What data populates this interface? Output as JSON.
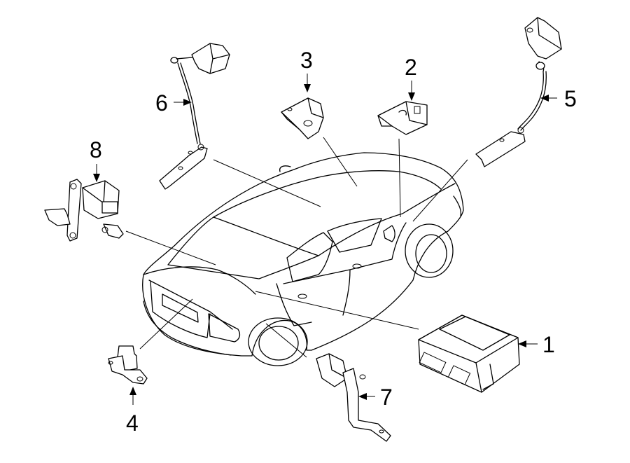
{
  "diagram": {
    "callouts": [
      {
        "number": "1",
        "part": "control-module"
      },
      {
        "number": "2",
        "part": "bracket-sensor-2"
      },
      {
        "number": "3",
        "part": "bracket-sensor-3"
      },
      {
        "number": "4",
        "part": "sensor-4"
      },
      {
        "number": "5",
        "part": "level-sensor-5"
      },
      {
        "number": "6",
        "part": "level-sensor-6"
      },
      {
        "number": "7",
        "part": "level-sensor-7"
      },
      {
        "number": "8",
        "part": "level-sensor-8"
      }
    ]
  }
}
